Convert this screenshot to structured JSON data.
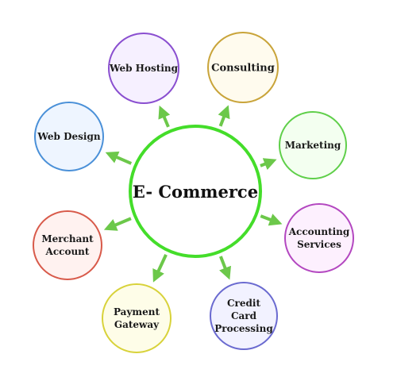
{
  "center": {
    "label": "E- Commerce",
    "color": "#44dd2a"
  },
  "nodes": [
    {
      "lines": [
        "Web Hosting"
      ],
      "color": "#8a4fd0",
      "fill": "#f6f0ff"
    },
    {
      "lines": [
        "Consulting"
      ],
      "color": "#c9a43a",
      "fill": "#fffbee"
    },
    {
      "lines": [
        "Marketing"
      ],
      "color": "#5fcf4a",
      "fill": "#f3fff0"
    },
    {
      "lines": [
        "Accounting",
        "Services"
      ],
      "color": "#b347c0",
      "fill": "#fdf0fe"
    },
    {
      "lines": [
        "Credit",
        "Card",
        "Processing"
      ],
      "color": "#6a6ad0",
      "fill": "#f2f2ff"
    },
    {
      "lines": [
        "Payment",
        "Gateway"
      ],
      "color": "#d8d23a",
      "fill": "#fefde8"
    },
    {
      "lines": [
        "Merchant",
        "Account"
      ],
      "color": "#d85a4a",
      "fill": "#fff2f0"
    },
    {
      "lines": [
        "Web Design"
      ],
      "color": "#4a90d8",
      "fill": "#eef5ff"
    }
  ],
  "arrow_color": "#6cc84a"
}
